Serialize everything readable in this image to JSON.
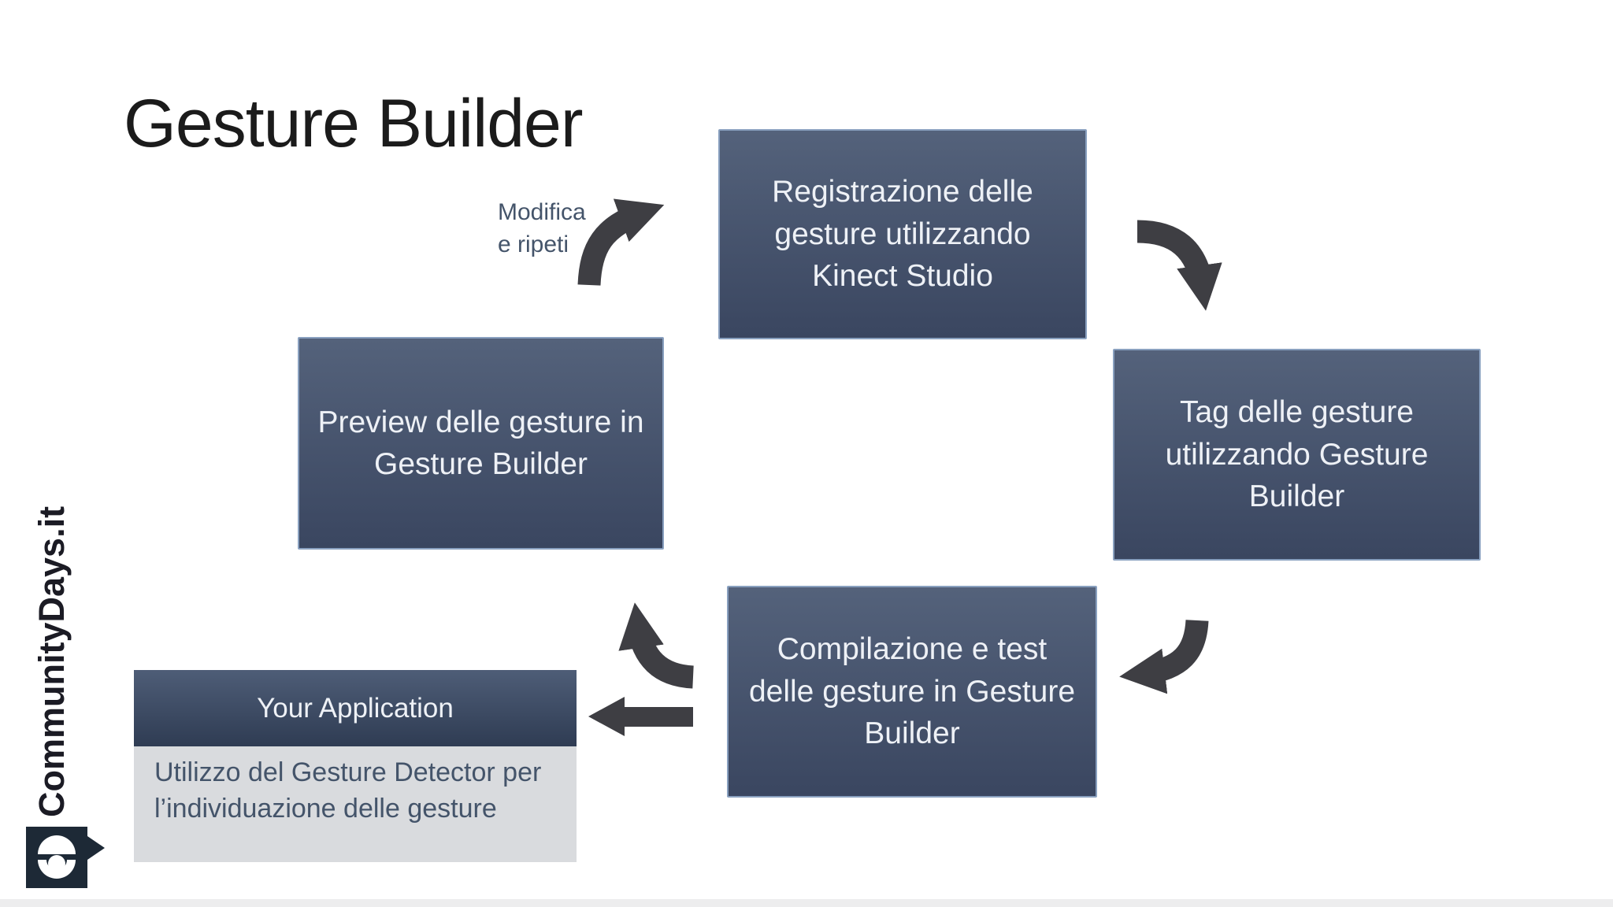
{
  "slide": {
    "title": "Gesture Builder"
  },
  "colors": {
    "title_text": "#1b1b1b",
    "box_top": "#54627b",
    "box_bottom": "#3a4660",
    "box_border": "#89a0bf",
    "box_text": "#eef1f6",
    "arrow": "#3e3e43",
    "label_text": "#44546a",
    "header_top": "#4e5d77",
    "header_bottom": "#2f3c53",
    "body_bg": "#d9dbde",
    "body_text": "#44546a",
    "brand_text": "#1b1b24",
    "logo_bg": "#1d2936",
    "strip": "#ededee"
  },
  "diagram": {
    "loop_label": "Modifica\ne ripeti",
    "steps": [
      {
        "id": "registrazione",
        "label": "Registrazione delle gesture utilizzando Kinect Studio"
      },
      {
        "id": "tag",
        "label": "Tag delle gesture utilizzando Gesture Builder"
      },
      {
        "id": "compilazione",
        "label": "Compilazione e test delle gesture in Gesture Builder"
      },
      {
        "id": "preview",
        "label": "Preview delle gesture in Gesture Builder"
      }
    ]
  },
  "application": {
    "title": "Your Application",
    "description": "Utilizzo del Gesture Detector per l’individuazione delle gesture"
  },
  "branding": {
    "label": "CommunityDays.it"
  }
}
